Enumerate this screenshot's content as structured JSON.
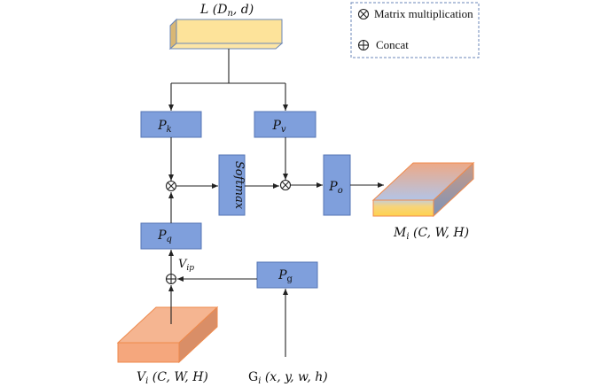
{
  "legend": {
    "items": [
      {
        "symbol": "otimes",
        "label": "Matrix multiplication"
      },
      {
        "symbol": "oplus",
        "label": "Concat"
      }
    ]
  },
  "inputs": {
    "L": {
      "name": "L",
      "args": "(D",
      "sub": "n",
      "rest": ", d)"
    },
    "V": {
      "name": "V",
      "sub": "i",
      "args": "(C, W, H)"
    },
    "G": {
      "name": "G",
      "sub": "i",
      "args": "(x, y, w, h)"
    }
  },
  "blocks": {
    "pk": {
      "name": "P",
      "sub": "k"
    },
    "pv": {
      "name": "P",
      "sub": "v"
    },
    "pq": {
      "name": "P",
      "sub": "q"
    },
    "pg": {
      "name": "P",
      "sub": "g"
    },
    "po": {
      "name": "P",
      "sub": "o"
    },
    "softmax": {
      "label": "Softmax"
    }
  },
  "intermediate": {
    "vip": {
      "name": "V",
      "sub": "ip"
    }
  },
  "output": {
    "M": {
      "name": "M",
      "sub": "i",
      "args": "(C, W, H)"
    }
  },
  "colors": {
    "block_fill": "#7f9fdc",
    "block_stroke": "#5474b4",
    "l_fill": "#fde39a",
    "v_fill": "#f5ae86",
    "m_top": "#e9a98a",
    "m_mid": "#b5c3e3",
    "m_bottom": "#fdd46a"
  }
}
